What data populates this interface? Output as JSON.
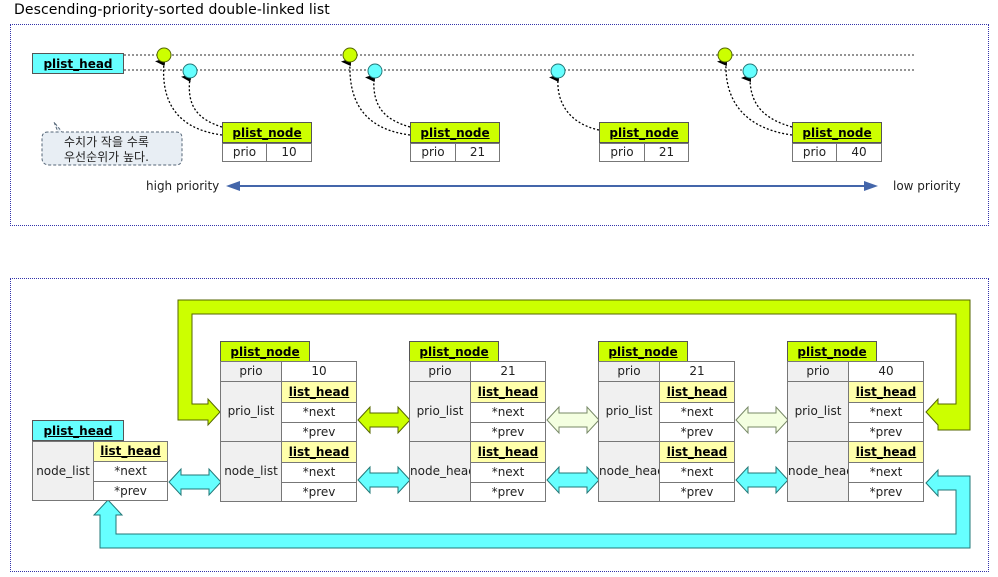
{
  "title": "Descending-priority-sorted double-linked list",
  "top": {
    "head_label": "plist_head",
    "nodes": [
      {
        "label": "plist_node",
        "prio_label": "prio",
        "prio": "10"
      },
      {
        "label": "plist_node",
        "prio_label": "prio",
        "prio": "21"
      },
      {
        "label": "plist_node",
        "prio_label": "prio",
        "prio": "21"
      },
      {
        "label": "plist_node",
        "prio_label": "prio",
        "prio": "40"
      }
    ],
    "callout_line1": "수치가 작을 수록",
    "callout_line2": "우선순위가 높다.",
    "high_priority": "high priority",
    "low_priority": "low priority"
  },
  "bottom": {
    "head": {
      "label": "plist_head",
      "field": "node_list",
      "list_head": "list_head",
      "next": "*next",
      "prev": "*prev"
    },
    "nodes": [
      {
        "label": "plist_node",
        "prio_label": "prio",
        "prio": "10",
        "prio_list": "prio_list",
        "node_field": "node_list",
        "list_head": "list_head",
        "next": "*next",
        "prev": "*prev"
      },
      {
        "label": "plist_node",
        "prio_label": "prio",
        "prio": "21",
        "prio_list": "prio_list",
        "node_field": "node_head",
        "list_head": "list_head",
        "next": "*next",
        "prev": "*prev"
      },
      {
        "label": "plist_node",
        "prio_label": "prio",
        "prio": "21",
        "prio_list": "prio_list",
        "node_field": "node_head",
        "list_head": "list_head",
        "next": "*next",
        "prev": "*prev"
      },
      {
        "label": "plist_node",
        "prio_label": "prio",
        "prio": "40",
        "prio_list": "prio_list",
        "node_field": "node_head",
        "list_head": "list_head",
        "next": "*next",
        "prev": "*prev"
      }
    ]
  },
  "colors": {
    "green": "#ccff00",
    "cyan": "#66ffff",
    "frame": "#3333aa",
    "arrow_blue": "#4466aa",
    "yellow_cell": "#ffffaa"
  }
}
